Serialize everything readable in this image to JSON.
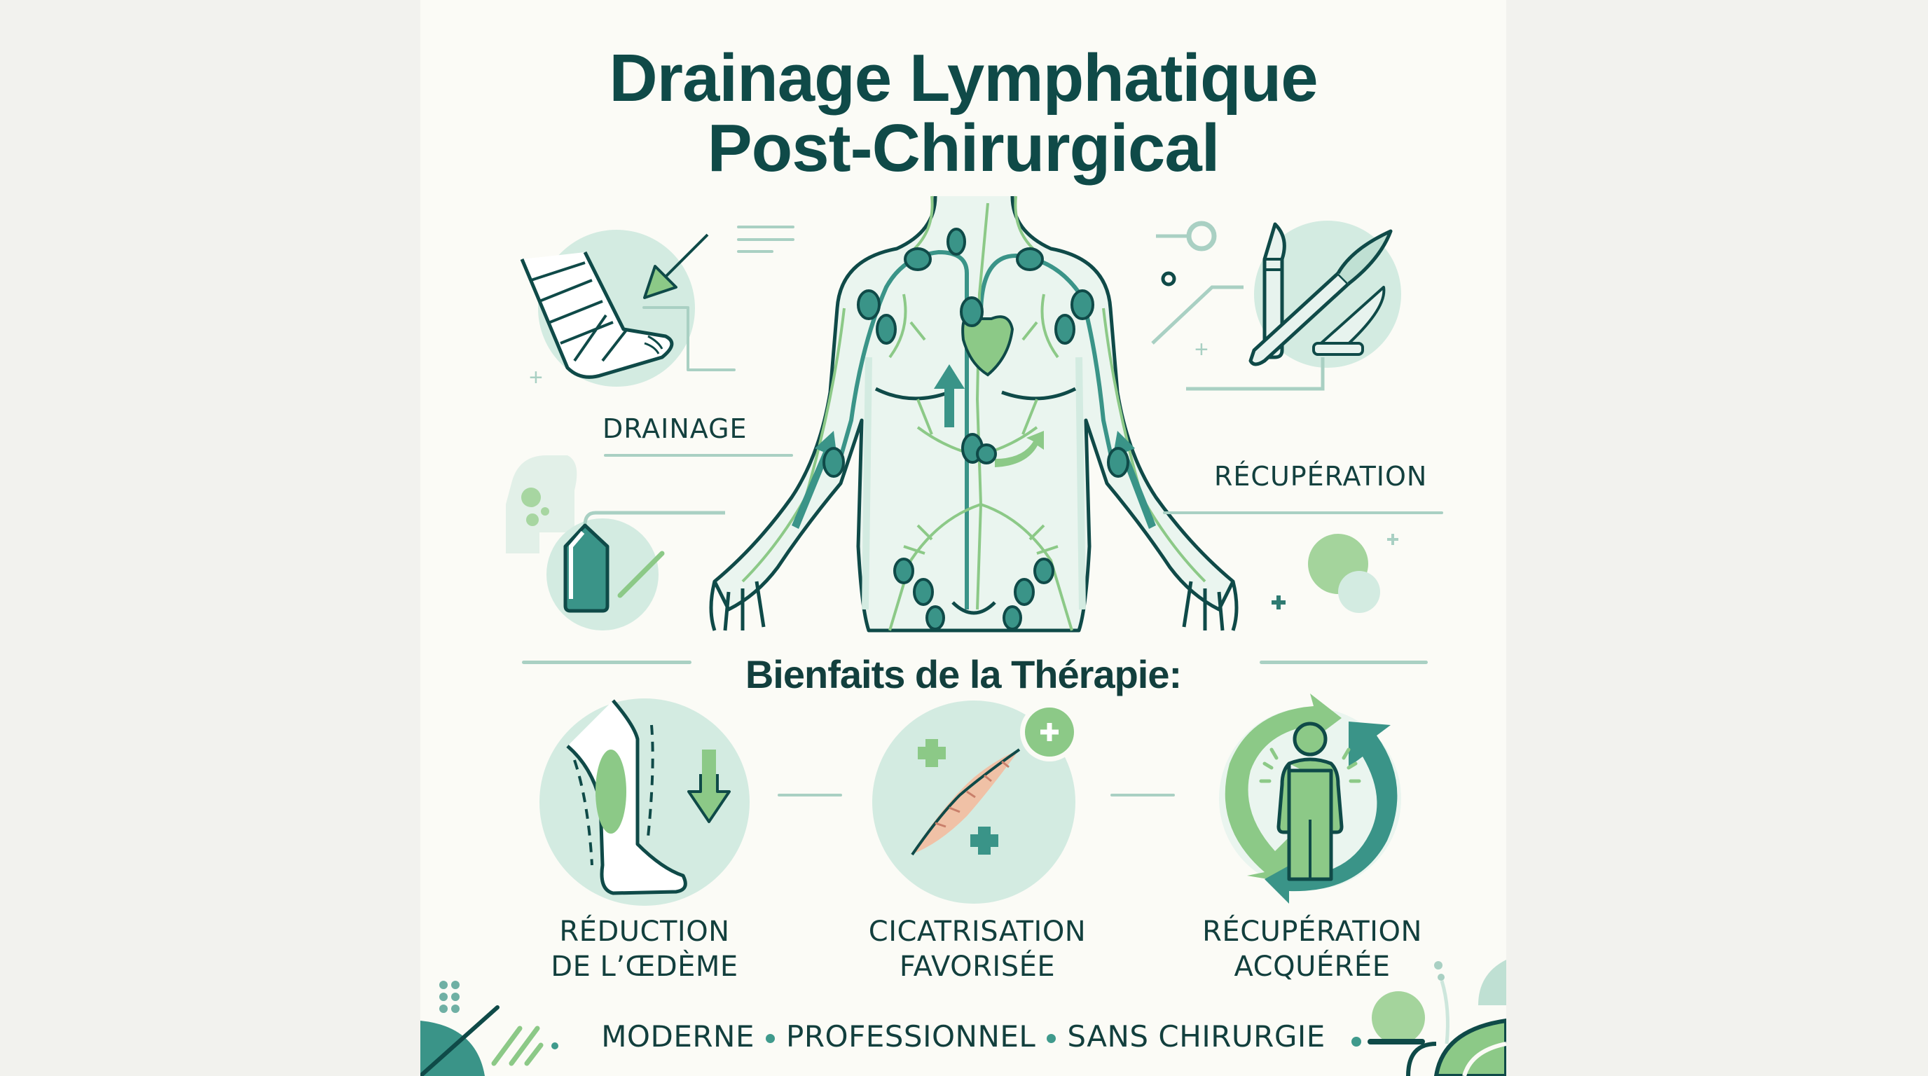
{
  "header": {
    "title_line1": "Drainage Lymphatique",
    "title_line2": "Post-Chirurgical"
  },
  "illustration": {
    "left_label": "DRAINAGE",
    "right_label": "RÉCUPÉRATION",
    "icons": [
      "bandaged-foot-icon",
      "compression-arrow-icon",
      "drain-bottle-icon",
      "lymphatic-body-icon",
      "scalpel-icon"
    ]
  },
  "benefits": {
    "heading": "Bienfaits de la Thérapie:",
    "items": [
      {
        "line1": "RÉDUCTION",
        "line2": "DE L’ŒDÈME",
        "icon": "leg-swelling-reduction-icon"
      },
      {
        "line1": "CICATRISATION",
        "line2": "FAVORISÉE",
        "icon": "scar-healing-icon"
      },
      {
        "line1": "RÉCUPÉRATION",
        "line2": "ACQUÉRÉE",
        "icon": "person-recovery-cycle-icon"
      }
    ]
  },
  "footer": {
    "tags": [
      "MODERNE",
      "PROFESSIONNEL",
      "SANS CHIRURGIE"
    ]
  },
  "colors": {
    "background": "#f2f2ee",
    "panel": "#fbfbf6",
    "dark_teal": "#0f4a48",
    "teal": "#3a9488",
    "green": "#8cc987",
    "mint": "#d3ebe1",
    "line": "#a9d0c3"
  }
}
